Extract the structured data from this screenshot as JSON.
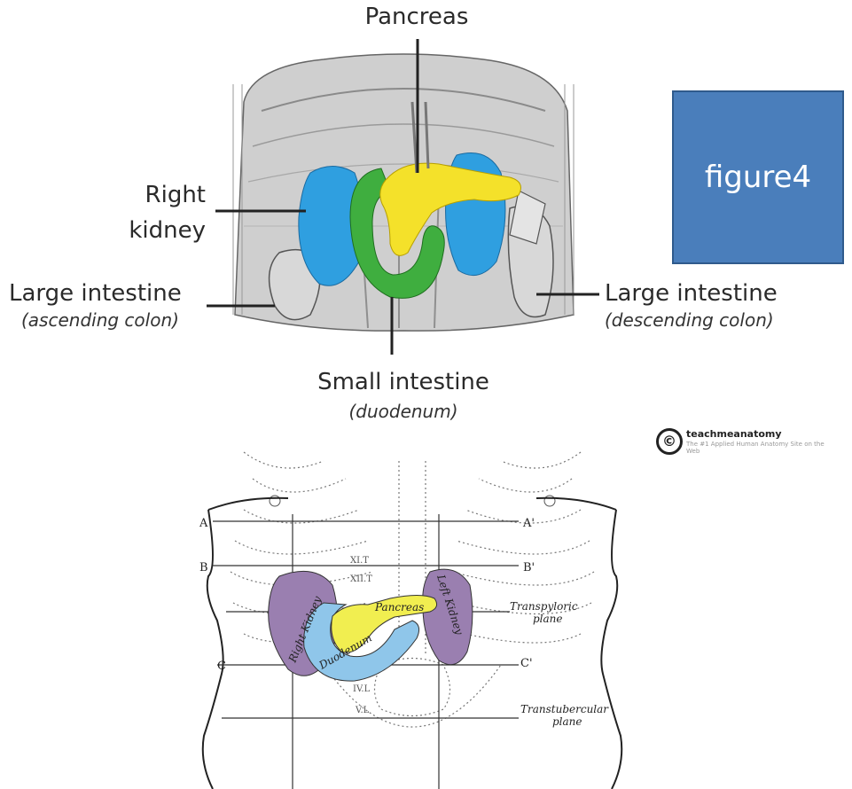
{
  "top_figure": {
    "labels": {
      "pancreas": "Pancreas",
      "right_kidney_line1": "Right",
      "right_kidney_line2": "kidney",
      "large_intestine_left": "Large intestine",
      "ascending_colon": "(ascending colon)",
      "large_intestine_right": "Large intestine",
      "descending_colon": "(descending colon)",
      "small_intestine": "Small intestine",
      "duodenum": "(duodenum)"
    },
    "colors": {
      "kidney": "#2f9fe0",
      "pancreas": "#f4e12a",
      "duodenum": "#3fae3f"
    }
  },
  "figure_box": {
    "text": "figure4",
    "color": "#4a7ebb"
  },
  "watermark": {
    "symbol": "©",
    "name": "teachmeanatomy",
    "tagline": "The #1 Applied Human Anatomy Site on the Web"
  },
  "bottom_figure": {
    "labels": {
      "A": "A",
      "A_prime": "A'",
      "B": "B",
      "B_prime": "B'",
      "C": "C",
      "C_prime": "C'",
      "transpyloric_1": "Transpyloric",
      "transpyloric_2": "plane",
      "transtubercular_1": "Transtubercular",
      "transtubercular_2": "plane",
      "right_kidney": "Right Kidney",
      "left_kidney": "Left Kidney",
      "pancreas": "Pancreas",
      "duodenum": "Duodenum",
      "vert_11T": "XI.T",
      "vert_12T": "XII.T",
      "vert_4L": "IV.L",
      "vert_5L": "V.L"
    },
    "colors": {
      "kidney": "#9a7fb0",
      "pancreas": "#f1ee50",
      "duodenum": "#8fc6ea"
    }
  }
}
